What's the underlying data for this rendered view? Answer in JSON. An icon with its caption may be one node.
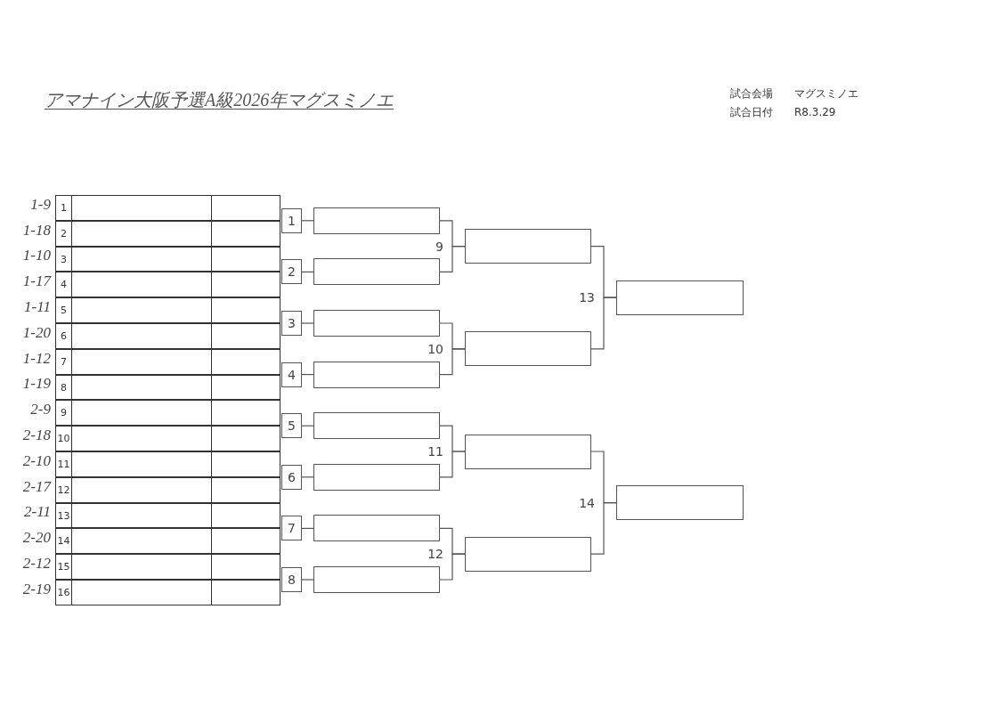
{
  "diagram": {
    "title": "アマナイン大阪予選A級2026年マグスミノエ",
    "nodes": [
      {
        "text": [
          "1"
        ],
        "beside": [
          "1-9"
        ]
      },
      {
        "text": [
          "2"
        ],
        "beside": [
          "1-18"
        ]
      },
      {
        "text": [
          "3"
        ],
        "beside": [
          "1-10"
        ]
      },
      {
        "text": [
          "4"
        ],
        "beside": [
          "1-17"
        ]
      },
      {
        "text": [
          "5"
        ],
        "beside": [
          "1-11"
        ]
      },
      {
        "text": [
          "6"
        ],
        "beside": [
          "1-20"
        ]
      },
      {
        "text": [
          "7"
        ],
        "beside": [
          "1-12"
        ]
      },
      {
        "text": [
          "8"
        ],
        "beside": [
          "1-19"
        ]
      },
      {
        "text": [
          "9"
        ],
        "beside": [
          "2-9"
        ]
      },
      {
        "text": [
          "10"
        ],
        "beside": [
          "2-18"
        ]
      },
      {
        "text": [
          "11"
        ],
        "beside": [
          "2-10"
        ]
      },
      {
        "text": [
          "12"
        ],
        "beside": [
          "2-17"
        ]
      },
      {
        "text": [
          "13"
        ],
        "beside": [
          "2-11"
        ]
      },
      {
        "text": [
          "14"
        ],
        "beside": [
          "2-20"
        ]
      },
      {
        "text": [
          "15"
        ],
        "beside": [
          "2-12"
        ]
      },
      {
        "text": [
          "16"
        ],
        "beside": [
          "2-19"
        ]
      },
      {
        "text": [
          "1"
        ]
      },
      {
        "text": [
          "2"
        ]
      },
      {
        "text": [
          "3"
        ]
      },
      {
        "text": [
          "4"
        ]
      },
      {
        "text": [
          "5"
        ]
      },
      {
        "text": [
          "6"
        ]
      },
      {
        "text": [
          "7"
        ]
      },
      {
        "text": [
          "8"
        ]
      },
      {
        "text": [],
        "shape": "box"
      },
      {
        "text": [],
        "shape": "box"
      },
      {
        "text": [],
        "shape": "box"
      },
      {
        "text": [],
        "shape": "box"
      },
      {
        "text": [],
        "shape": "box"
      },
      {
        "text": [],
        "shape": "box"
      },
      {
        "text": [],
        "shape": "box"
      },
      {
        "text": [],
        "shape": "box"
      },
      {
        "text": [],
        "shape": "box"
      },
      {
        "text": [],
        "shape": "box"
      },
      {
        "text": [],
        "shape": "box"
      },
      {
        "text": [],
        "shape": "box"
      },
      {
        "text": [],
        "shape": "box",
        "beside": [
          "13"
        ]
      },
      {
        "text": [],
        "shape": "box",
        "beside": [
          "14"
        ]
      }
    ],
    "edges": [
      {
        "from": 16,
        "to": 24,
        "arrow": "none"
      },
      {
        "from": 17,
        "to": 25,
        "arrow": "none"
      },
      {
        "from": 18,
        "to": 26,
        "arrow": "none"
      },
      {
        "from": 19,
        "to": 27,
        "arrow": "none"
      },
      {
        "from": 20,
        "to": 28,
        "arrow": "none"
      },
      {
        "from": 21,
        "to": 29,
        "arrow": "none"
      },
      {
        "from": 22,
        "to": 30,
        "arrow": "none"
      },
      {
        "from": 23,
        "to": 31,
        "arrow": "none"
      },
      {
        "from": 24,
        "to": 32,
        "arrow": "none"
      },
      {
        "from": 25,
        "to": 32,
        "arrow": "none"
      },
      {
        "from": 26,
        "to": 33,
        "arrow": "none"
      },
      {
        "from": 27,
        "to": 33,
        "arrow": "none"
      },
      {
        "from": 28,
        "to": 34,
        "arrow": "none"
      },
      {
        "from": 29,
        "to": 34,
        "arrow": "none"
      },
      {
        "from": 30,
        "to": 35,
        "arrow": "none"
      },
      {
        "from": 31,
        "to": 35,
        "arrow": "none"
      },
      {
        "from": 32,
        "to": 36,
        "arrow": "none"
      },
      {
        "from": 33,
        "to": 36,
        "arrow": "none"
      },
      {
        "from": 34,
        "to": 37,
        "arrow": "none"
      },
      {
        "from": 35,
        "to": 37,
        "arrow": "none"
      }
    ],
    "labels": [
      "試合会場",
      "マグスミノエ",
      "試合日付",
      "R8.3.29",
      "9",
      "10",
      "11",
      "12"
    ]
  }
}
